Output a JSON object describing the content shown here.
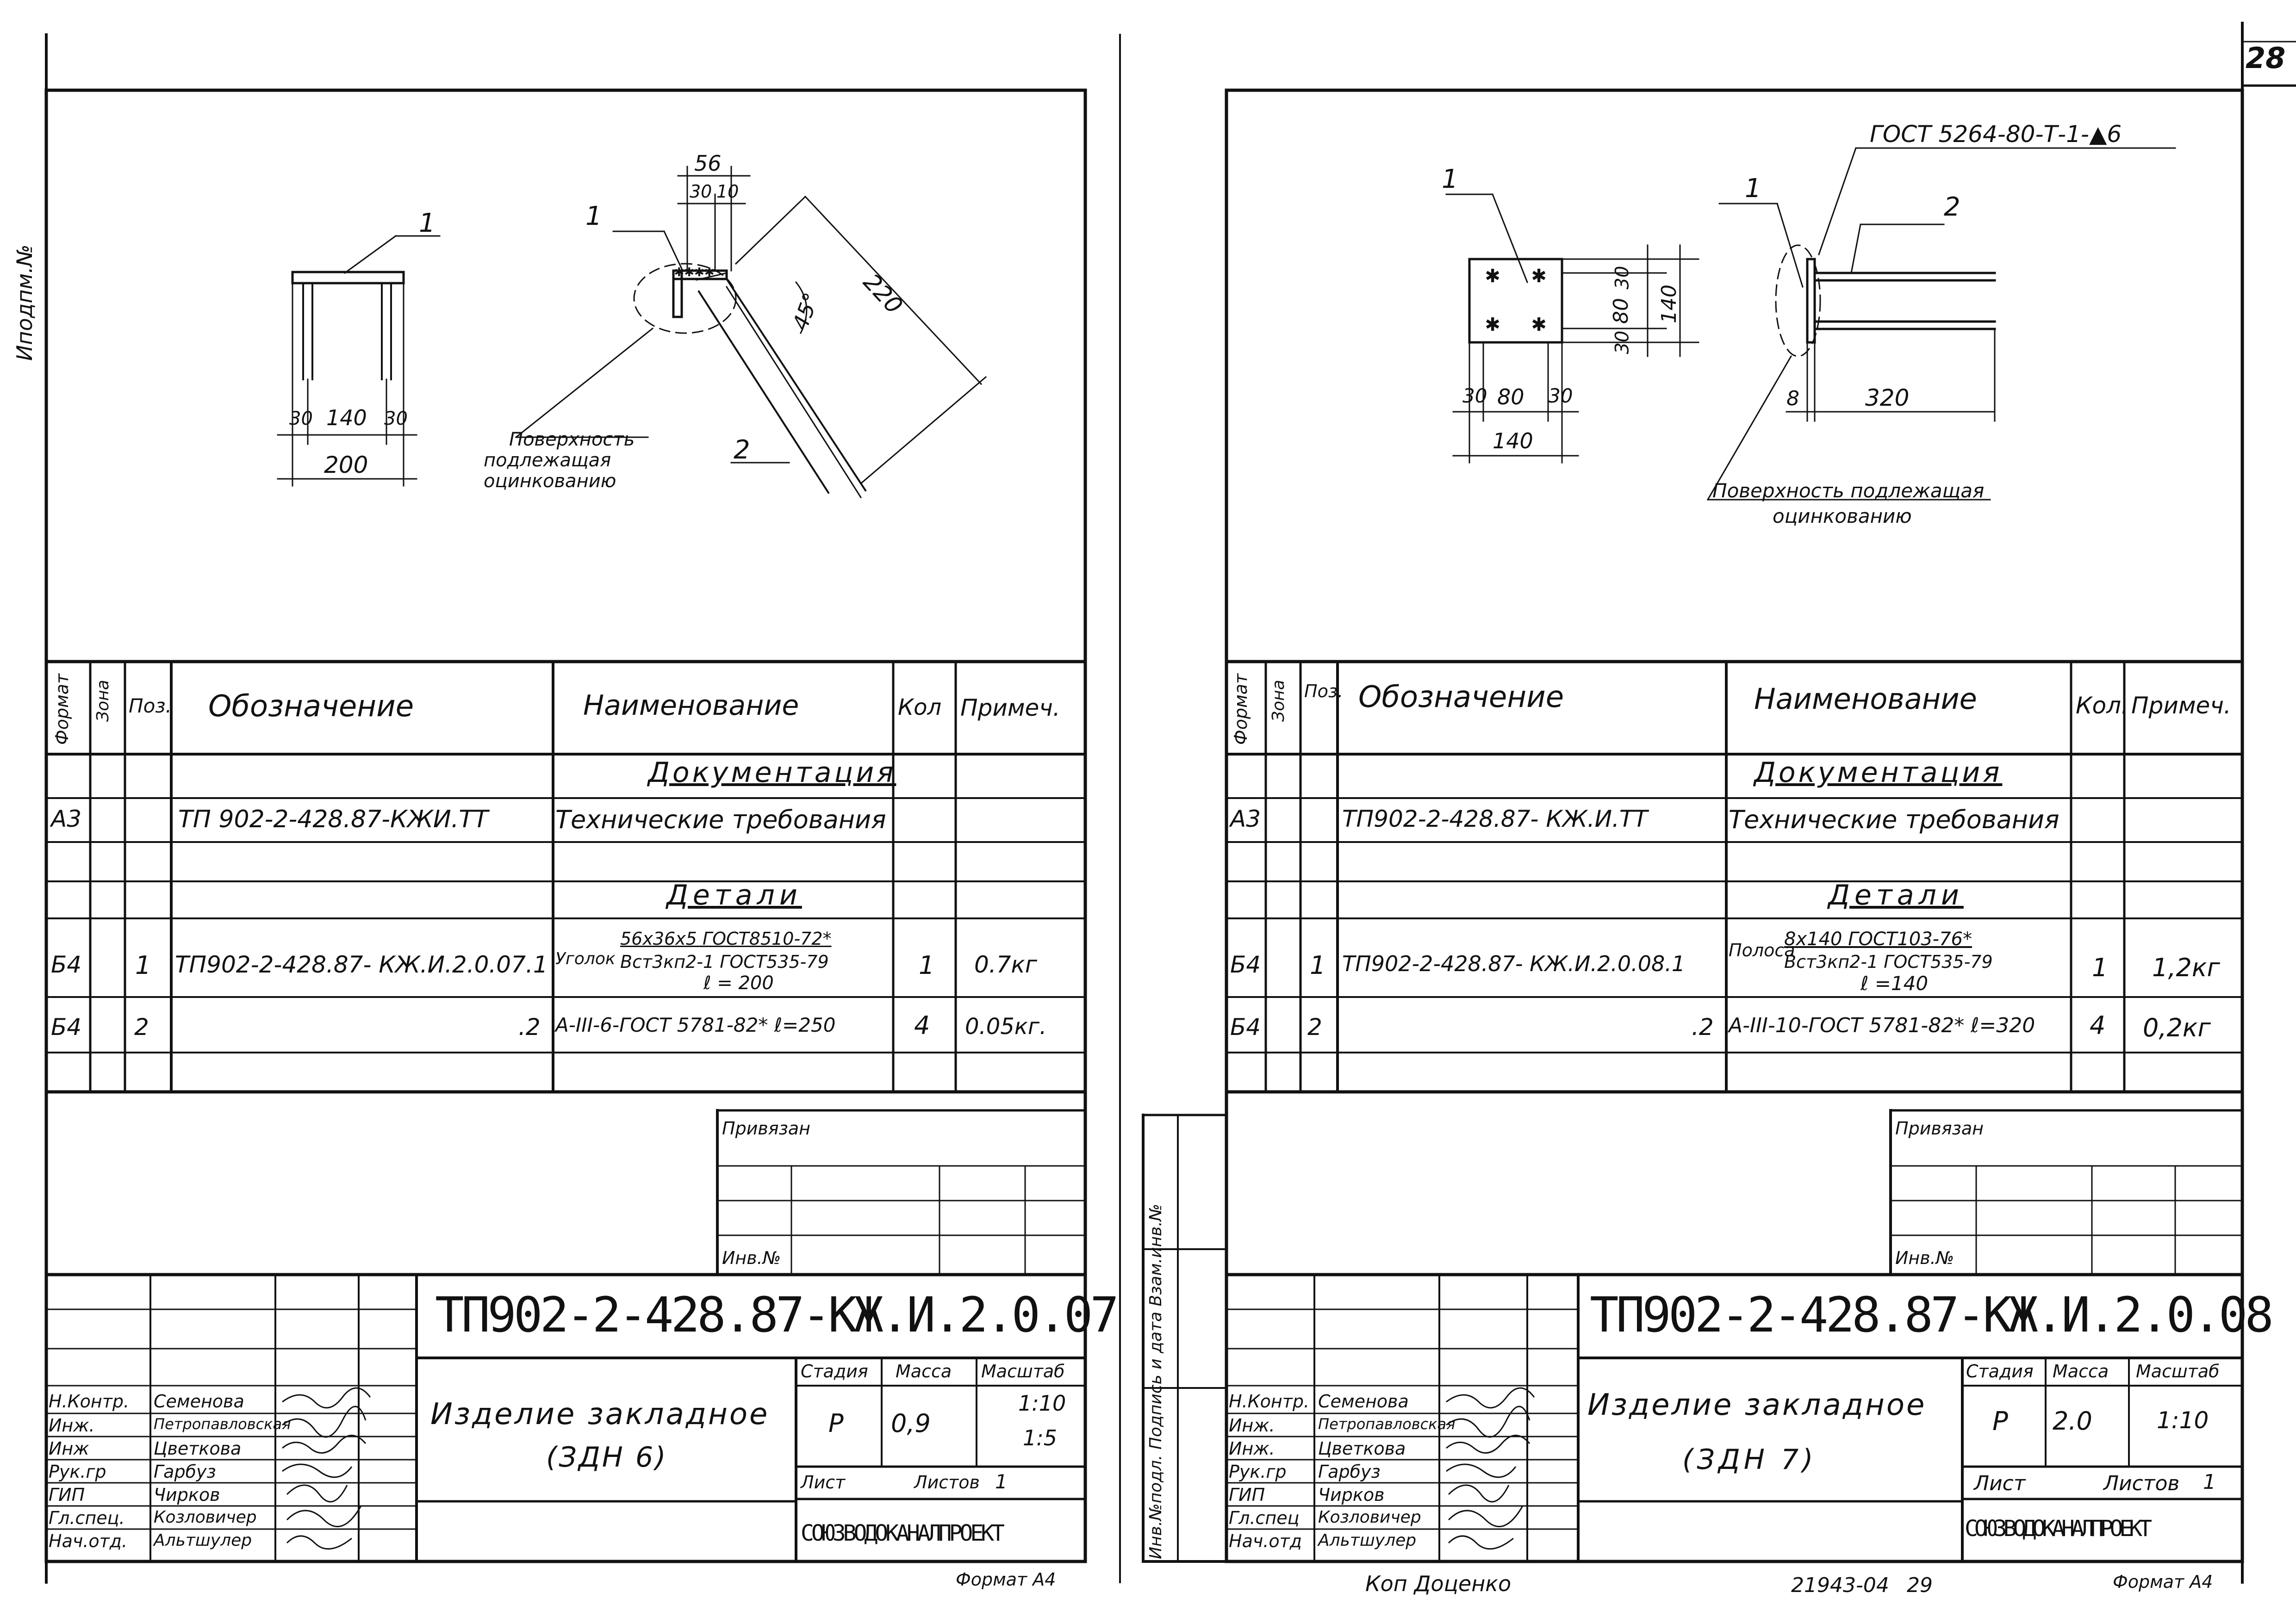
{
  "page_number": "28",
  "side_margin_label": "Иподпм.№",
  "left": {
    "drawing": {
      "pos1_callout_a": "1",
      "pos1_callout_b": "1",
      "pos2_callout": "2",
      "dim_56": "56",
      "dim_30": "30",
      "dim_10": "10",
      "dim_220": "220",
      "angle_45": "45°",
      "dim_30a": "30",
      "dim_140": "140",
      "dim_30b": "30",
      "dim_200": "200",
      "surface_note_1": "Поверхность",
      "surface_note_2": "подлежащая",
      "surface_note_3": "оцинкованию"
    },
    "spec": {
      "headers": {
        "format": "Формат",
        "zone": "Зона",
        "pos": "Поз.",
        "designation": "Обозначение",
        "name": "Наименование",
        "qty": "Кол",
        "note": "Примеч."
      },
      "section_docs": "Документация",
      "section_parts": "Детали",
      "rows": [
        {
          "format": "А3",
          "pos": "",
          "designation": "ТП 902-2-428.87-КЖИ.ТТ",
          "name": "Технические требования",
          "qty": "",
          "note": ""
        },
        {
          "format": "Б4",
          "pos": "1",
          "designation": "ТП902-2-428.87- КЖ.И.2.0.07.1",
          "name_line1": "Уголок",
          "name_line2": "56х36х5 ГОСТ8510-72*",
          "name_line3": "Вст3кп2-1 ГОСТ535-79",
          "name_line4": "ℓ = 200",
          "qty": "1",
          "note": "0.7кг"
        },
        {
          "format": "Б4",
          "pos": "2",
          "designation": ".2",
          "name": "А-III-6-ГОСТ 5781-82* ℓ=250",
          "qty": "4",
          "note": "0.05кг."
        }
      ]
    },
    "stamp": {
      "privyazan": "Привязан",
      "inv_no": "Инв.№",
      "code": "ТП902-2-428.87-КЖ.И.2.0.07",
      "title_1": "Изделие закладное",
      "title_2": "(ЗДН 6)",
      "stage_label": "Стадия",
      "mass_label": "Масса",
      "scale_label": "Масштаб",
      "stage": "Р",
      "mass": "0,9",
      "scale_1": "1:10",
      "scale_2": "1:5",
      "sheet_label": "Лист",
      "sheets_label": "Листов",
      "sheets": "1",
      "org": "СОЮЗВОДОКАНАЛПРОЕКТ",
      "roles": [
        "Н.Контр.",
        "Инж.",
        "Инж",
        "Рук.гр",
        "ГИП",
        "Гл.спец.",
        "Нач.отд."
      ],
      "names": [
        "Семенова",
        "Петропавловская",
        "Цветкова",
        "Гарбуз",
        "Чирков",
        "Козловичер",
        "Альтшулер"
      ],
      "format": "Формат А4"
    }
  },
  "right": {
    "drawing": {
      "standard": "ГОСТ 5264-80-Т-1-▲6",
      "pos1_callout_a": "1",
      "pos1_callout_b": "1",
      "pos2_callout": "2",
      "dim_30_top": "30",
      "dim_80_v": "80",
      "dim_30_bot": "30",
      "dim_140_v": "140",
      "dim_30_l": "30",
      "dim_80_h": "80",
      "dim_30_r": "30",
      "dim_140_h": "140",
      "dim_8": "8",
      "dim_320": "320",
      "surface_note_1": "Поверхность подлежащая",
      "surface_note_2": "оцинкованию"
    },
    "spec": {
      "headers": {
        "format": "Формат",
        "zone": "Зона",
        "pos": "Поз.",
        "designation": "Обозначение",
        "name": "Наименование",
        "qty": "Кол.",
        "note": "Примеч."
      },
      "section_docs": "Документация",
      "section_parts": "Детали",
      "rows": [
        {
          "format": "А3",
          "pos": "",
          "designation": "ТП902-2-428.87- КЖ.И.ТТ",
          "name": "Технические требования",
          "qty": "",
          "note": ""
        },
        {
          "format": "Б4",
          "pos": "1",
          "designation": "ТП902-2-428.87- КЖ.И.2.0.08.1",
          "name_line1": "Полоса",
          "name_line2": "8х140 ГОСТ103-76*",
          "name_line3": "Вст3кп2-1 ГОСТ535-79",
          "name_line4": "ℓ =140",
          "qty": "1",
          "note": "1,2кг"
        },
        {
          "format": "Б4",
          "pos": "2",
          "designation": ".2",
          "name": "А-III-10-ГОСТ 5781-82* ℓ=320",
          "qty": "4",
          "note": "0,2кг"
        }
      ]
    },
    "stamp": {
      "privyazan": "Привязан",
      "inv_no": "Инв.№",
      "code": "ТП902-2-428.87-КЖ.И.2.0.08",
      "title_1": "Изделие закладное",
      "title_2": "(ЗДН 7)",
      "stage_label": "Стадия",
      "mass_label": "Масса",
      "scale_label": "Масштаб",
      "stage": "Р",
      "mass": "2.0",
      "scale_1": "1:10",
      "sheet_label": "Лист",
      "sheets_label": "Листов",
      "sheets": "1",
      "org": "СОЮЗВОДОКАНАЛПРОЕКТ",
      "roles": [
        "Н.Контр.",
        "Инж.",
        "Инж.",
        "Рук.гр",
        "ГИП",
        "Гл.спец",
        "Нач.отд"
      ],
      "names": [
        "Семенова",
        "Петропавловская",
        "Цветкова",
        "Гарбуз",
        "Чирков",
        "Козловичер",
        "Альтшулер"
      ],
      "format": "Формат А4",
      "side_label": "Инв.№подл. Подпись и дата Взам.инв.№"
    },
    "footer": {
      "copied": "Коп Доценко",
      "number": "21943-04",
      "page": "29"
    }
  }
}
